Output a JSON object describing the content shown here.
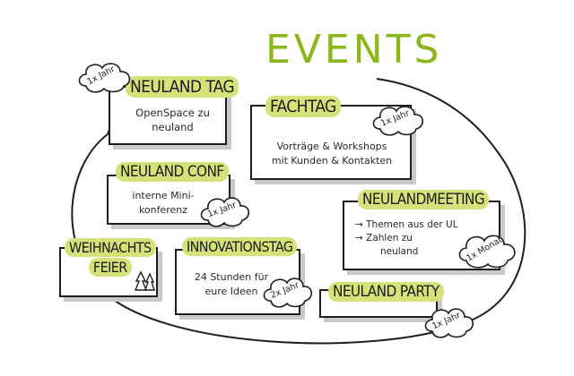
{
  "title": "EVENTS",
  "colors": {
    "highlight": "#d5e27a",
    "title_green": "#8bb71d",
    "ink": "#1e1e1e",
    "shadow": "#c9c9c9"
  },
  "nodes": [
    {
      "id": "neulandtag",
      "title": "NEULAND TAG",
      "lines": [
        "OpenSpace zu",
        "neuland"
      ],
      "frequency": "1x Jahr"
    },
    {
      "id": "fachtag",
      "title": "FACHTAG",
      "lines": [
        "Vorträge & Workshops",
        "mit Kunden & Kontakten"
      ],
      "frequency": "1x Jahr"
    },
    {
      "id": "neulandconf",
      "title": "NEULAND CONF",
      "lines": [
        "interne Mini-",
        "konferenz"
      ],
      "frequency": "1x Jahr"
    },
    {
      "id": "neulandmeeting",
      "title": "NEULANDMEETING",
      "lines": [
        "→ Themen aus der UL",
        "→ Zahlen zu",
        "neuland"
      ],
      "frequency": "1x Monat"
    },
    {
      "id": "weihnachtsfeier",
      "title_lines": [
        "WEIHNACHTS",
        "FEIER"
      ],
      "icon": "tree-icon"
    },
    {
      "id": "innovationstag",
      "title": "INNOVATIONSTAG",
      "lines": [
        "24 Stunden für",
        "eure Ideen"
      ],
      "frequency": "2x Jahr"
    },
    {
      "id": "neulandparty",
      "title": "NEULAND PARTY",
      "frequency": "1x Jahr"
    }
  ]
}
